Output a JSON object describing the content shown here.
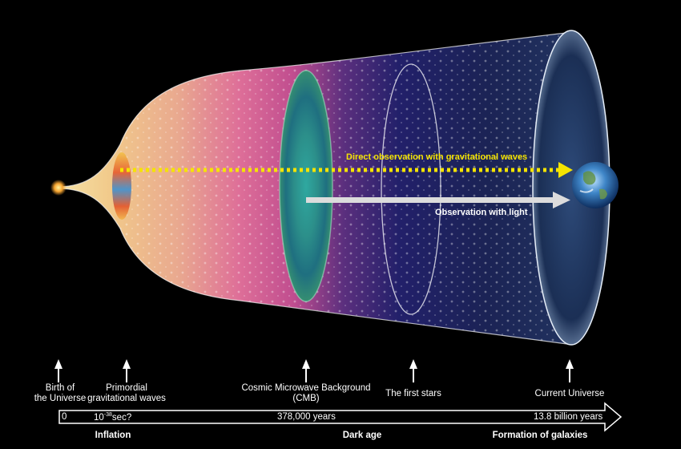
{
  "observations": {
    "gravitational": "Direct observation with gravitational waves",
    "light": "Observation with light"
  },
  "milestones": [
    {
      "line1": "Birth of",
      "line2": "the Universe"
    },
    {
      "line1": "Primordial",
      "line2": "gravitational waves"
    },
    {
      "line1": "Cosmic Microwave Background",
      "line2": "(CMB)"
    },
    {
      "line1": "The first stars",
      "line2": ""
    },
    {
      "line1": "Current Universe",
      "line2": ""
    }
  ],
  "timeline": {
    "t0": "0",
    "t1_base": "10",
    "t1_exp": "-38",
    "t1_suffix": "sec?",
    "t2": "378,000 years",
    "t3": "13.8 billion years"
  },
  "eras": {
    "inflation": "Inflation",
    "dark_age": "Dark age",
    "galaxies": "Formation of galaxies"
  },
  "colors": {
    "gravitational_arrow": "#f5e400",
    "light_arrow": "#dcdcdc",
    "background": "#000000"
  }
}
